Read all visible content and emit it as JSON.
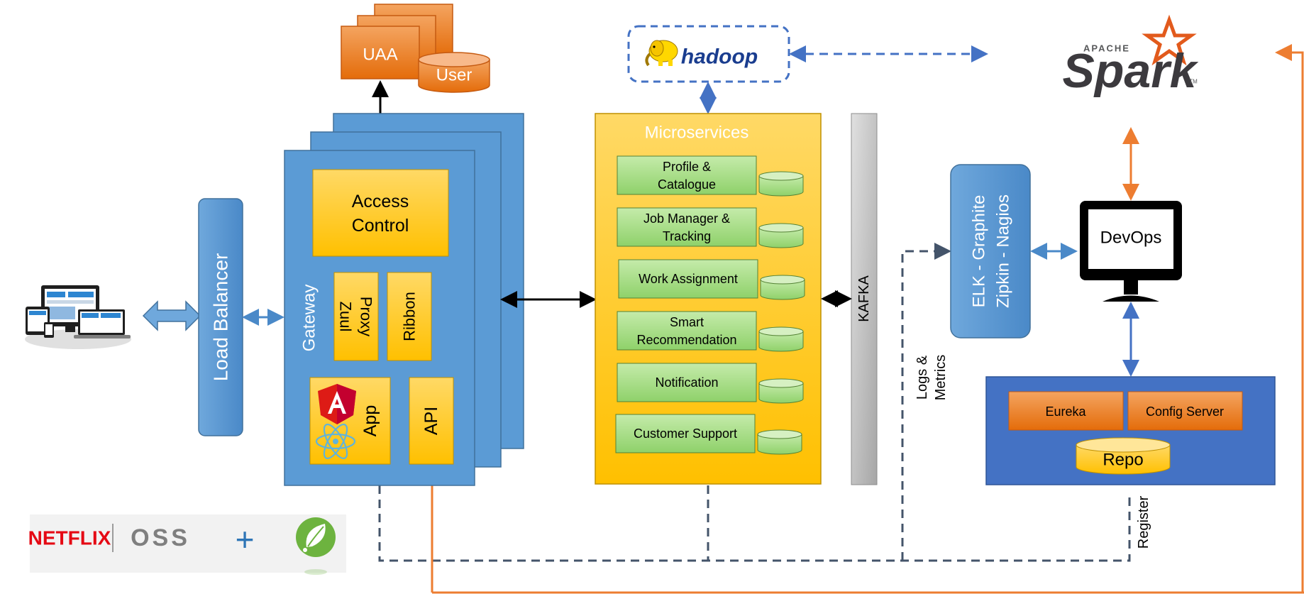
{
  "client_devices": {
    "icon": "devices-icon"
  },
  "load_balancer": {
    "label": "Load Balancer"
  },
  "uaa": {
    "uaa_label": "UAA",
    "user_label": "User"
  },
  "gateway": {
    "label": "Gateway",
    "access_control_line1": "Access",
    "access_control_line2": "Control",
    "zuul_line1": "Zuul",
    "zuul_line2": "Proxy",
    "ribbon": "Ribbon",
    "app": "App",
    "api": "API",
    "app_icons": [
      "angular-logo-icon",
      "react-logo-icon"
    ]
  },
  "hadoop": {
    "label": "hadoop",
    "icon": "hadoop-elephant-icon"
  },
  "microservices": {
    "title": "Microservices",
    "services": [
      {
        "line1": "Profile &",
        "line2": "Catalogue"
      },
      {
        "line1": "Job Manager &",
        "line2": "Tracking"
      },
      {
        "line1": "Work Assignment",
        "line2": ""
      },
      {
        "line1": "Smart",
        "line2": "Recommendation"
      },
      {
        "line1": "Notification",
        "line2": ""
      },
      {
        "line1": "Customer Support",
        "line2": ""
      }
    ]
  },
  "kafka": {
    "label": "KAFKA"
  },
  "spark": {
    "apache_label": "APACHE",
    "label": "Spark",
    "tm": "TM"
  },
  "monitoring": {
    "line1": "ELK - Graphite",
    "line2": "Zipkin - Nagios"
  },
  "devops": {
    "label": "DevOps",
    "icon": "monitor-icon"
  },
  "registry": {
    "eureka": "Eureka",
    "config_server": "Config Server",
    "repo": "Repo"
  },
  "labels": {
    "logs_line1": "Logs &",
    "logs_line2": "Metrics",
    "register": "Register"
  },
  "branding": {
    "netflix": "NETFLIX",
    "oss": "OSS",
    "plus": "+",
    "spring_icon": "spring-leaf-icon"
  },
  "colors": {
    "gateway_blue": "#5B9BD5",
    "gateway_border": "#41719C",
    "yellow": "#FFC000",
    "green": "#9FD97A",
    "orange": "#ED7D31",
    "dark_dash": "#44546A",
    "registry_blue": "#4472C4",
    "kafka_gray": "#BFBFBF"
  }
}
